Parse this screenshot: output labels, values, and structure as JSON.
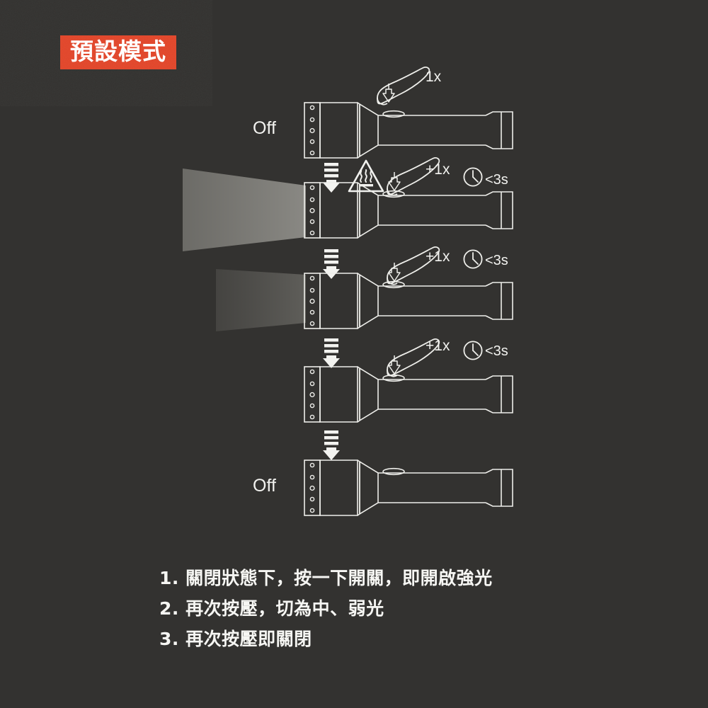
{
  "page": {
    "background_color": "#333230",
    "line_color": "#eeeeea",
    "text_color": "#f2f2ef"
  },
  "title_badge": {
    "label": "預設模式",
    "background_color": "#E0452B",
    "text_color": "#ffffff"
  },
  "diagram": {
    "states": [
      {
        "id": "state-off-top",
        "state_label": "Off",
        "beam": "none",
        "press_label": "1x",
        "time_label": "",
        "has_finger": true,
        "has_heat_warning": false
      },
      {
        "id": "state-high",
        "state_label": "",
        "beam": "strong",
        "press_label": "+1x",
        "time_label": "<3s",
        "has_finger": true,
        "has_heat_warning": true
      },
      {
        "id": "state-medium",
        "state_label": "",
        "beam": "medium",
        "press_label": "+1x",
        "time_label": "<3s",
        "has_finger": true,
        "has_heat_warning": false
      },
      {
        "id": "state-low",
        "state_label": "",
        "beam": "weak",
        "press_label": "+1x",
        "time_label": "<3s",
        "has_finger": true,
        "has_heat_warning": false
      },
      {
        "id": "state-off-bottom",
        "state_label": "Off",
        "beam": "none",
        "press_label": "",
        "time_label": "",
        "has_finger": false,
        "has_heat_warning": false
      }
    ],
    "icons": {
      "down_arrow": "down-arrow-icon",
      "heat_warning": "hot-surface-warning-icon",
      "clock": "clock-icon",
      "finger": "finger-press-icon",
      "flashlight": "flashlight-icon",
      "beam": "light-beam-icon"
    }
  },
  "instructions": [
    "1. 關閉狀態下，按一下開關，即開啟強光",
    "2. 再次按壓，切為中、弱光",
    "3. 再次按壓即關閉"
  ]
}
